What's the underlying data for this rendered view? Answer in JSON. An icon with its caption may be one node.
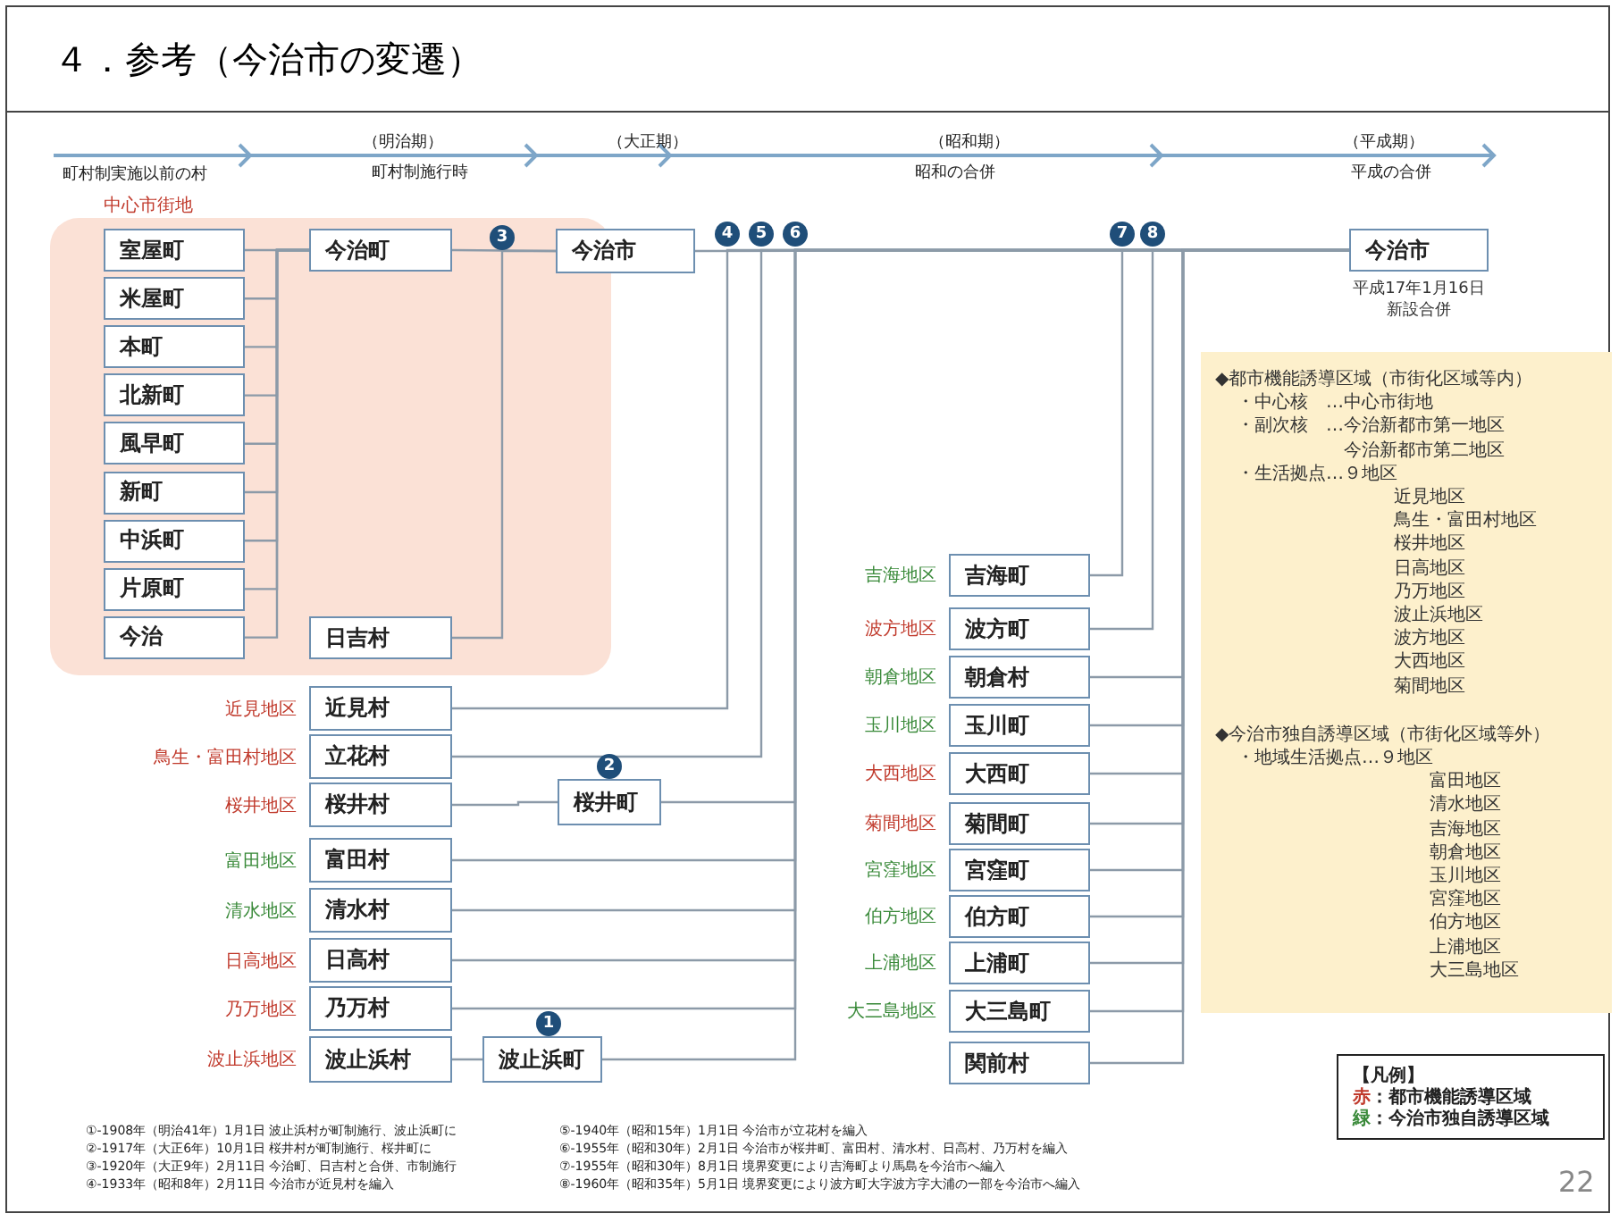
{
  "diagram": {
    "title": "４．参考（今治市の変遷）",
    "nodes": [
      {
        "text": [
          "中心市街地"
        ]
      },
      {
        "text": [
          "室屋町"
        ],
        "in": 0
      },
      {
        "text": [
          "米屋町"
        ],
        "in": 0
      },
      {
        "text": [
          "本町"
        ],
        "in": 0
      },
      {
        "text": [
          "北新町"
        ],
        "in": 0
      },
      {
        "text": [
          "風早町"
        ],
        "in": 0
      },
      {
        "text": [
          "新町"
        ],
        "in": 0
      },
      {
        "text": [
          "中浜町"
        ],
        "in": 0
      },
      {
        "text": [
          "片原町"
        ],
        "in": 0
      },
      {
        "text": [
          "今治"
        ],
        "in": 0
      },
      {
        "text": [
          "今治町"
        ],
        "in": 0
      },
      {
        "text": [
          "日吉村"
        ],
        "in": 0
      },
      {
        "text": [
          "今治市"
        ]
      },
      {
        "text": [
          "今治市"
        ],
        "beside": [
          "平成17年1月16日",
          "新設合併"
        ]
      },
      {
        "text": [
          "近見村"
        ],
        "beside": [
          "近見地区"
        ]
      },
      {
        "text": [
          "立花村"
        ],
        "beside": [
          "鳥生・富田村地区"
        ]
      },
      {
        "text": [
          "桜井村"
        ],
        "beside": [
          "桜井地区"
        ]
      },
      {
        "text": [
          "富田村"
        ],
        "beside": [
          "富田地区"
        ]
      },
      {
        "text": [
          "清水村"
        ],
        "beside": [
          "清水地区"
        ]
      },
      {
        "text": [
          "日高村"
        ],
        "beside": [
          "日高地区"
        ]
      },
      {
        "text": [
          "乃万村"
        ],
        "beside": [
          "乃万地区"
        ]
      },
      {
        "text": [
          "波止浜村"
        ],
        "beside": [
          "波止浜地区"
        ]
      },
      {
        "text": [
          "桜井町"
        ]
      },
      {
        "text": [
          "波止浜町"
        ]
      },
      {
        "text": [
          "吉海町"
        ],
        "beside": [
          "吉海地区"
        ]
      },
      {
        "text": [
          "波方町"
        ],
        "beside": [
          "波方地区"
        ]
      },
      {
        "text": [
          "朝倉村"
        ],
        "beside": [
          "朝倉地区"
        ]
      },
      {
        "text": [
          "玉川町"
        ],
        "beside": [
          "玉川地区"
        ]
      },
      {
        "text": [
          "大西町"
        ],
        "beside": [
          "大西地区"
        ]
      },
      {
        "text": [
          "菊間町"
        ],
        "beside": [
          "菊間地区"
        ]
      },
      {
        "text": [
          "宮窪町"
        ],
        "beside": [
          "宮窪地区"
        ]
      },
      {
        "text": [
          "伯方町"
        ],
        "beside": [
          "伯方地区"
        ]
      },
      {
        "text": [
          "上浦町"
        ],
        "beside": [
          "上浦地区"
        ]
      },
      {
        "text": [
          "大三島町"
        ],
        "beside": [
          "大三島地区"
        ]
      },
      {
        "text": [
          "関前村"
        ]
      },
      {
        "text": [
          "◆都市機能誘導区域（市街化区域等内）",
          "・中心核　…中心市街地",
          "・副次核　…今治新都市第一地区",
          "今治新都市第二地区",
          "・生活拠点…９地区",
          "近見地区",
          "鳥生・富田村地区",
          "桜井地区",
          "日高地区",
          "乃万地区",
          "波止浜地区",
          "波方地区",
          "大西地区",
          "菊間地区",
          "◆今治市独自誘導区域（市街化区域等外）",
          "・地域生活拠点…９地区",
          "富田地区",
          "清水地区",
          "吉海地区",
          "朝倉地区",
          "玉川地区",
          "宮窪地区",
          "伯方地区",
          "上浦地区",
          "大三島地区"
        ]
      },
      {
        "text": [
          "1"
        ]
      },
      {
        "text": [
          "2"
        ]
      },
      {
        "text": [
          "3"
        ],
        "in": 0
      },
      {
        "text": [
          "4"
        ]
      },
      {
        "text": [
          "5"
        ]
      },
      {
        "text": [
          "6"
        ]
      },
      {
        "text": [
          "7"
        ]
      },
      {
        "text": [
          "8"
        ]
      }
    ],
    "edges": [
      {
        "from": 1,
        "to": 10,
        "arrow": "none"
      },
      {
        "from": 2,
        "to": 10,
        "arrow": "none"
      },
      {
        "from": 3,
        "to": 10,
        "arrow": "none"
      },
      {
        "from": 4,
        "to": 10,
        "arrow": "none"
      },
      {
        "from": 5,
        "to": 10,
        "arrow": "none"
      },
      {
        "from": 6,
        "to": 10,
        "arrow": "none"
      },
      {
        "from": 7,
        "to": 10,
        "arrow": "none"
      },
      {
        "from": 8,
        "to": 10,
        "arrow": "none"
      },
      {
        "from": 9,
        "to": 10,
        "arrow": "none"
      },
      {
        "from": 10,
        "to": 12,
        "arrow": "none"
      },
      {
        "from": 11,
        "to": 12,
        "arrow": "none"
      },
      {
        "from": 12,
        "to": 13,
        "arrow": "none"
      },
      {
        "from": 14,
        "to": 13,
        "arrow": "none"
      },
      {
        "from": 15,
        "to": 13,
        "arrow": "none"
      },
      {
        "from": 16,
        "to": 22,
        "arrow": "none"
      },
      {
        "from": 21,
        "to": 23,
        "arrow": "none"
      },
      {
        "from": 22,
        "to": 13,
        "arrow": "none"
      },
      {
        "from": 17,
        "to": 13,
        "arrow": "none"
      },
      {
        "from": 18,
        "to": 13,
        "arrow": "none"
      },
      {
        "from": 19,
        "to": 13,
        "arrow": "none"
      },
      {
        "from": 20,
        "to": 13,
        "arrow": "none"
      },
      {
        "from": 23,
        "to": 13,
        "arrow": "none"
      },
      {
        "from": 24,
        "to": 13,
        "arrow": "none"
      },
      {
        "from": 25,
        "to": 13,
        "arrow": "none"
      },
      {
        "from": 26,
        "to": 13,
        "arrow": "none"
      },
      {
        "from": 27,
        "to": 13,
        "arrow": "none"
      },
      {
        "from": 28,
        "to": 13,
        "arrow": "none"
      },
      {
        "from": 29,
        "to": 13,
        "arrow": "none"
      },
      {
        "from": 30,
        "to": 13,
        "arrow": "none"
      },
      {
        "from": 31,
        "to": 13,
        "arrow": "none"
      },
      {
        "from": 32,
        "to": 13,
        "arrow": "none"
      },
      {
        "from": 33,
        "to": 13,
        "arrow": "none"
      },
      {
        "from": 34,
        "to": 13,
        "arrow": "none"
      }
    ],
    "labels": [
      "町村制実施以前の村",
      "（明治期）",
      "町村制施行時",
      "（大正期）",
      "（昭和期）",
      "昭和の合併",
      "（平成期）",
      "平成の合併",
      "【凡例】",
      "①-1908年（明治41年）1月1日 波止浜村が町制施行、波止浜町に",
      "②-1917年（大正6年）10月1日 桜井村が町制施行、桜井町に",
      "③-1920年（大正9年）2月11日 今治町、日吉村と合併、市制施行",
      "④-1933年（昭和8年）2月11日 今治市が近見村を編入",
      "⑤-1940年（昭和15年）1月1日 今治市が立花村を編入",
      "⑥-1955年（昭和30年）2月1日 今治市が桜井町、富田村、清水村、日高村、乃万村を編入",
      "⑦-1955年（昭和30年）8月1日 境界変更により吉海町より馬島を今治市へ編入",
      "⑧-1960年（昭和35年）5月1日 境界変更により波方町大字波方字大浦の一部を今治市へ編入",
      "22"
    ],
    "legend": [
      {
        "text": "赤：都市機能誘導区域",
        "color": "#c0392b"
      },
      {
        "text": "緑：今治市独自誘導区域",
        "color": "#3a8a3a"
      }
    ]
  }
}
